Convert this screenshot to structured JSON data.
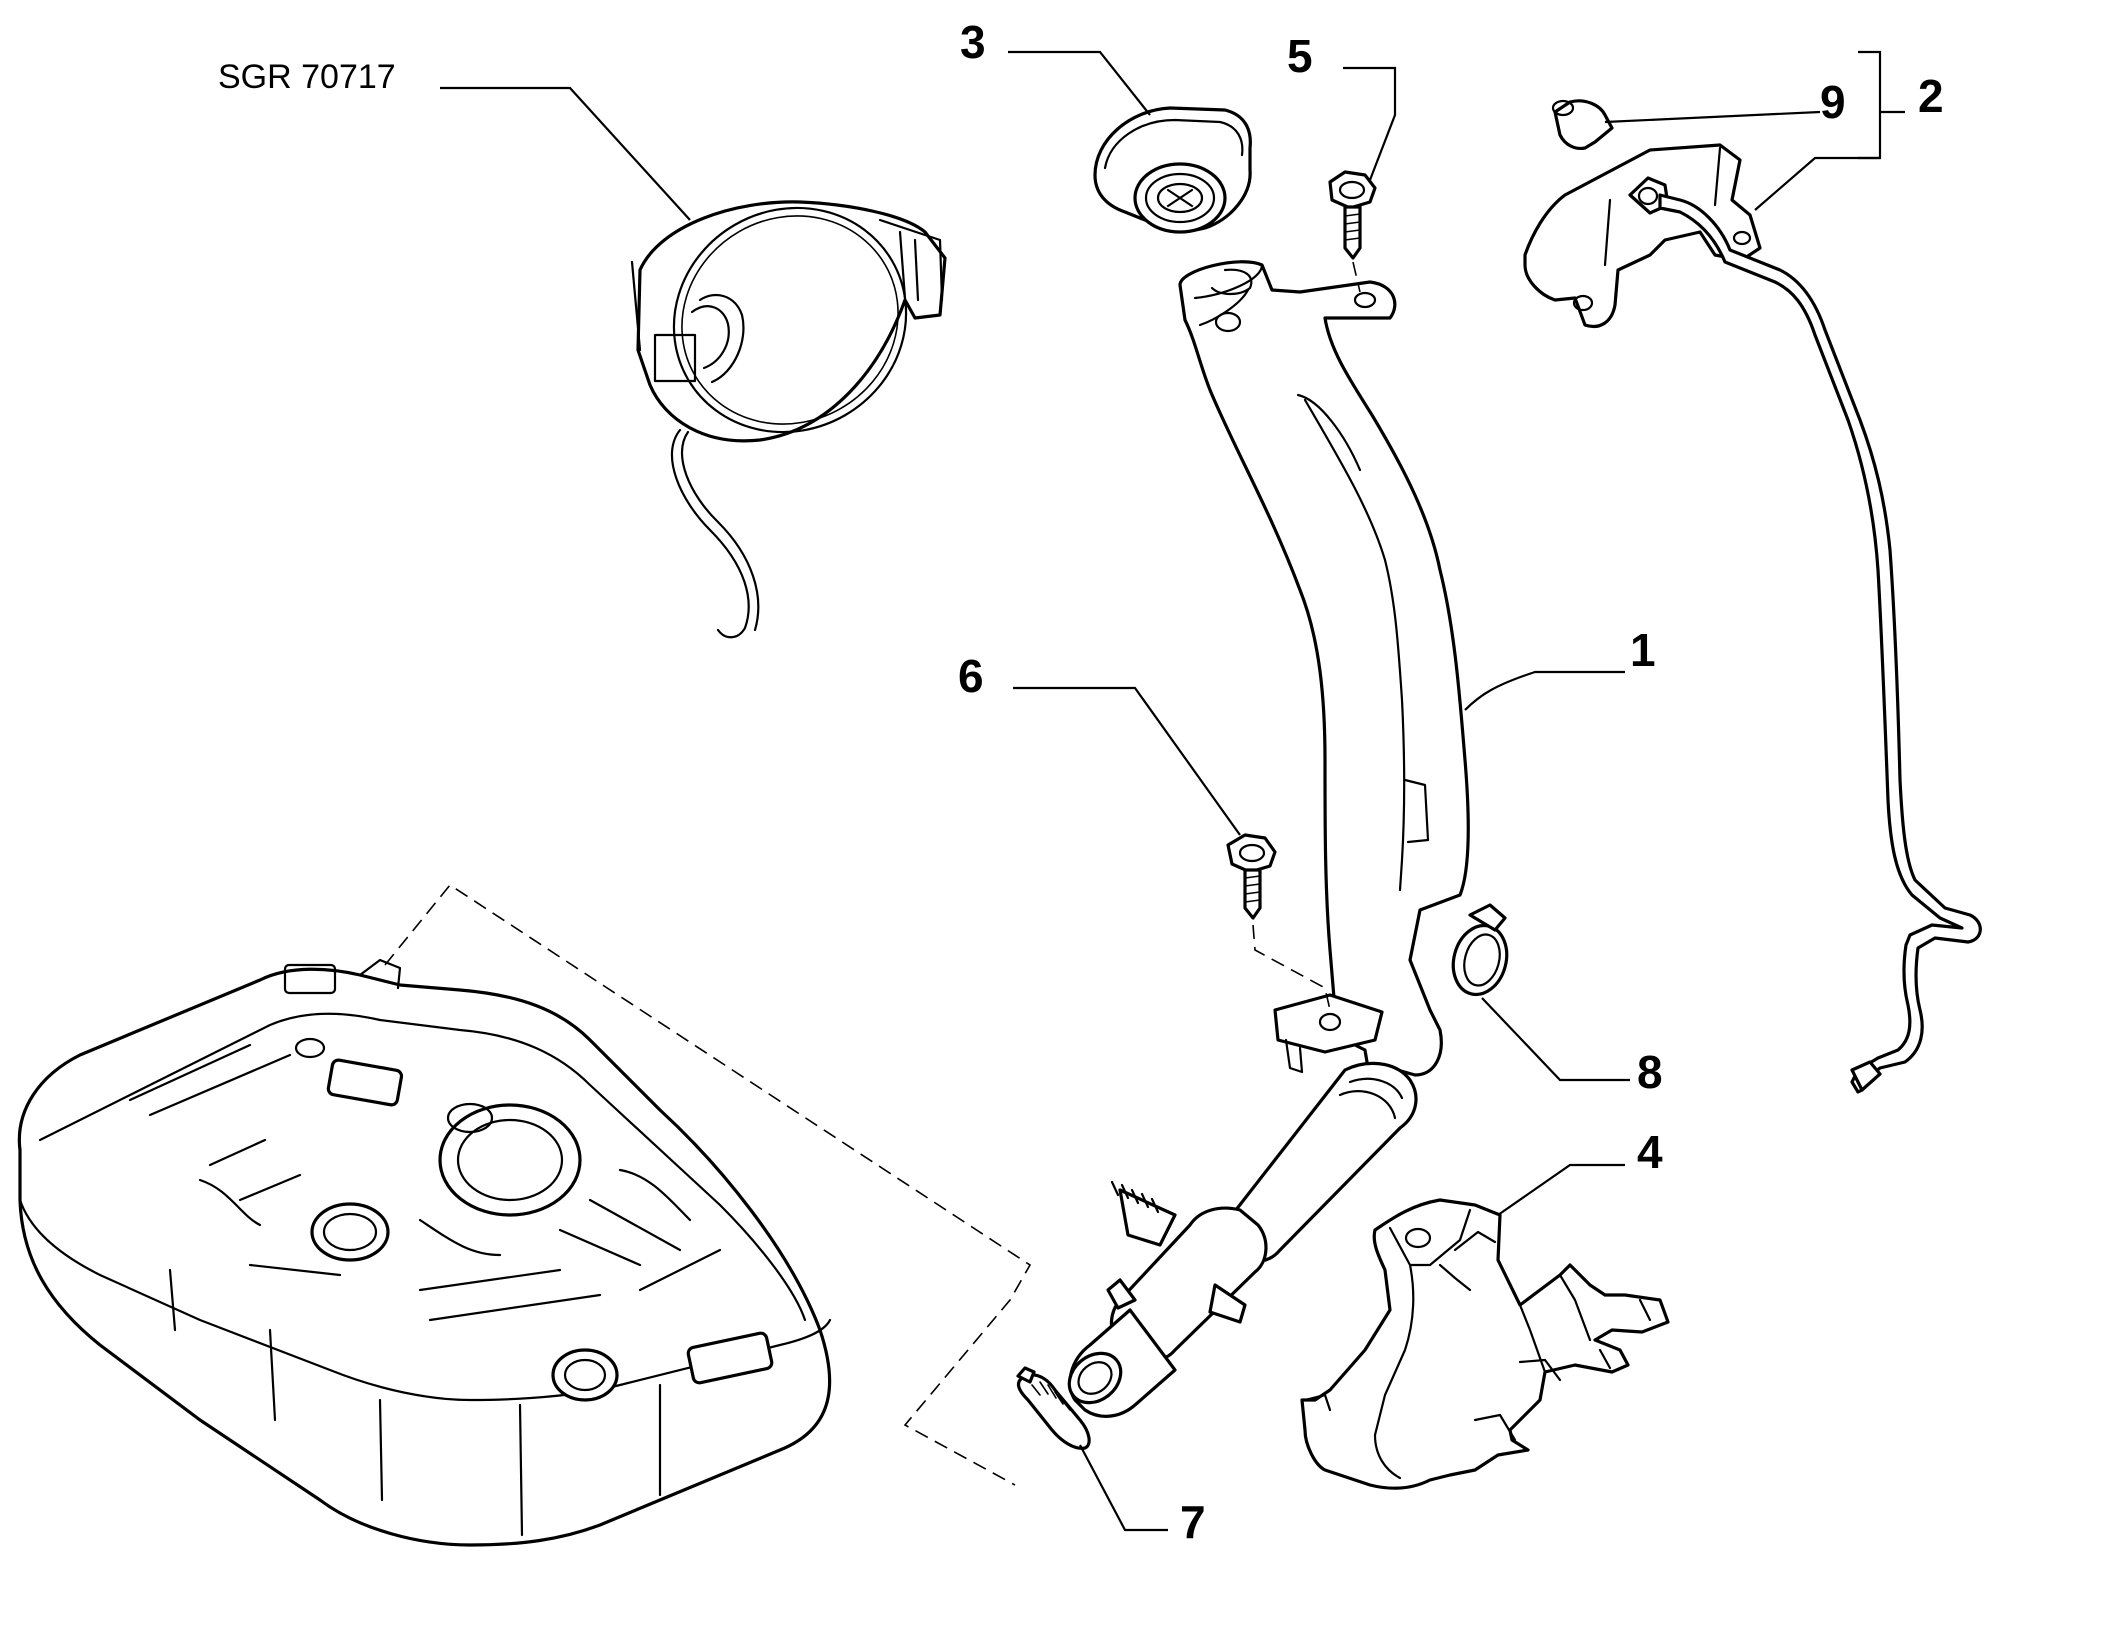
{
  "reference_code": "SGR 70717",
  "callouts": {
    "c1": "1",
    "c2": "2",
    "c3": "3",
    "c4": "4",
    "c5": "5",
    "c6": "6",
    "c7": "7",
    "c8": "8",
    "c9": "9"
  },
  "parts": {
    "p1": "fuel-filler-neck-icon",
    "p2": "vent-pipe-with-bracket-icon",
    "p3": "fuel-cap-icon",
    "p4": "filler-neck-protection-cover-icon",
    "p5": "upper-flange-bolt-icon",
    "p6": "lower-bolt-icon",
    "p7": "hose-clip-icon",
    "p8": "hose-clamp-icon",
    "p9": "vent-pipe-end-cap-icon",
    "tank": "fuel-tank-icon",
    "flap": "fuel-filler-flap-housing-icon"
  }
}
